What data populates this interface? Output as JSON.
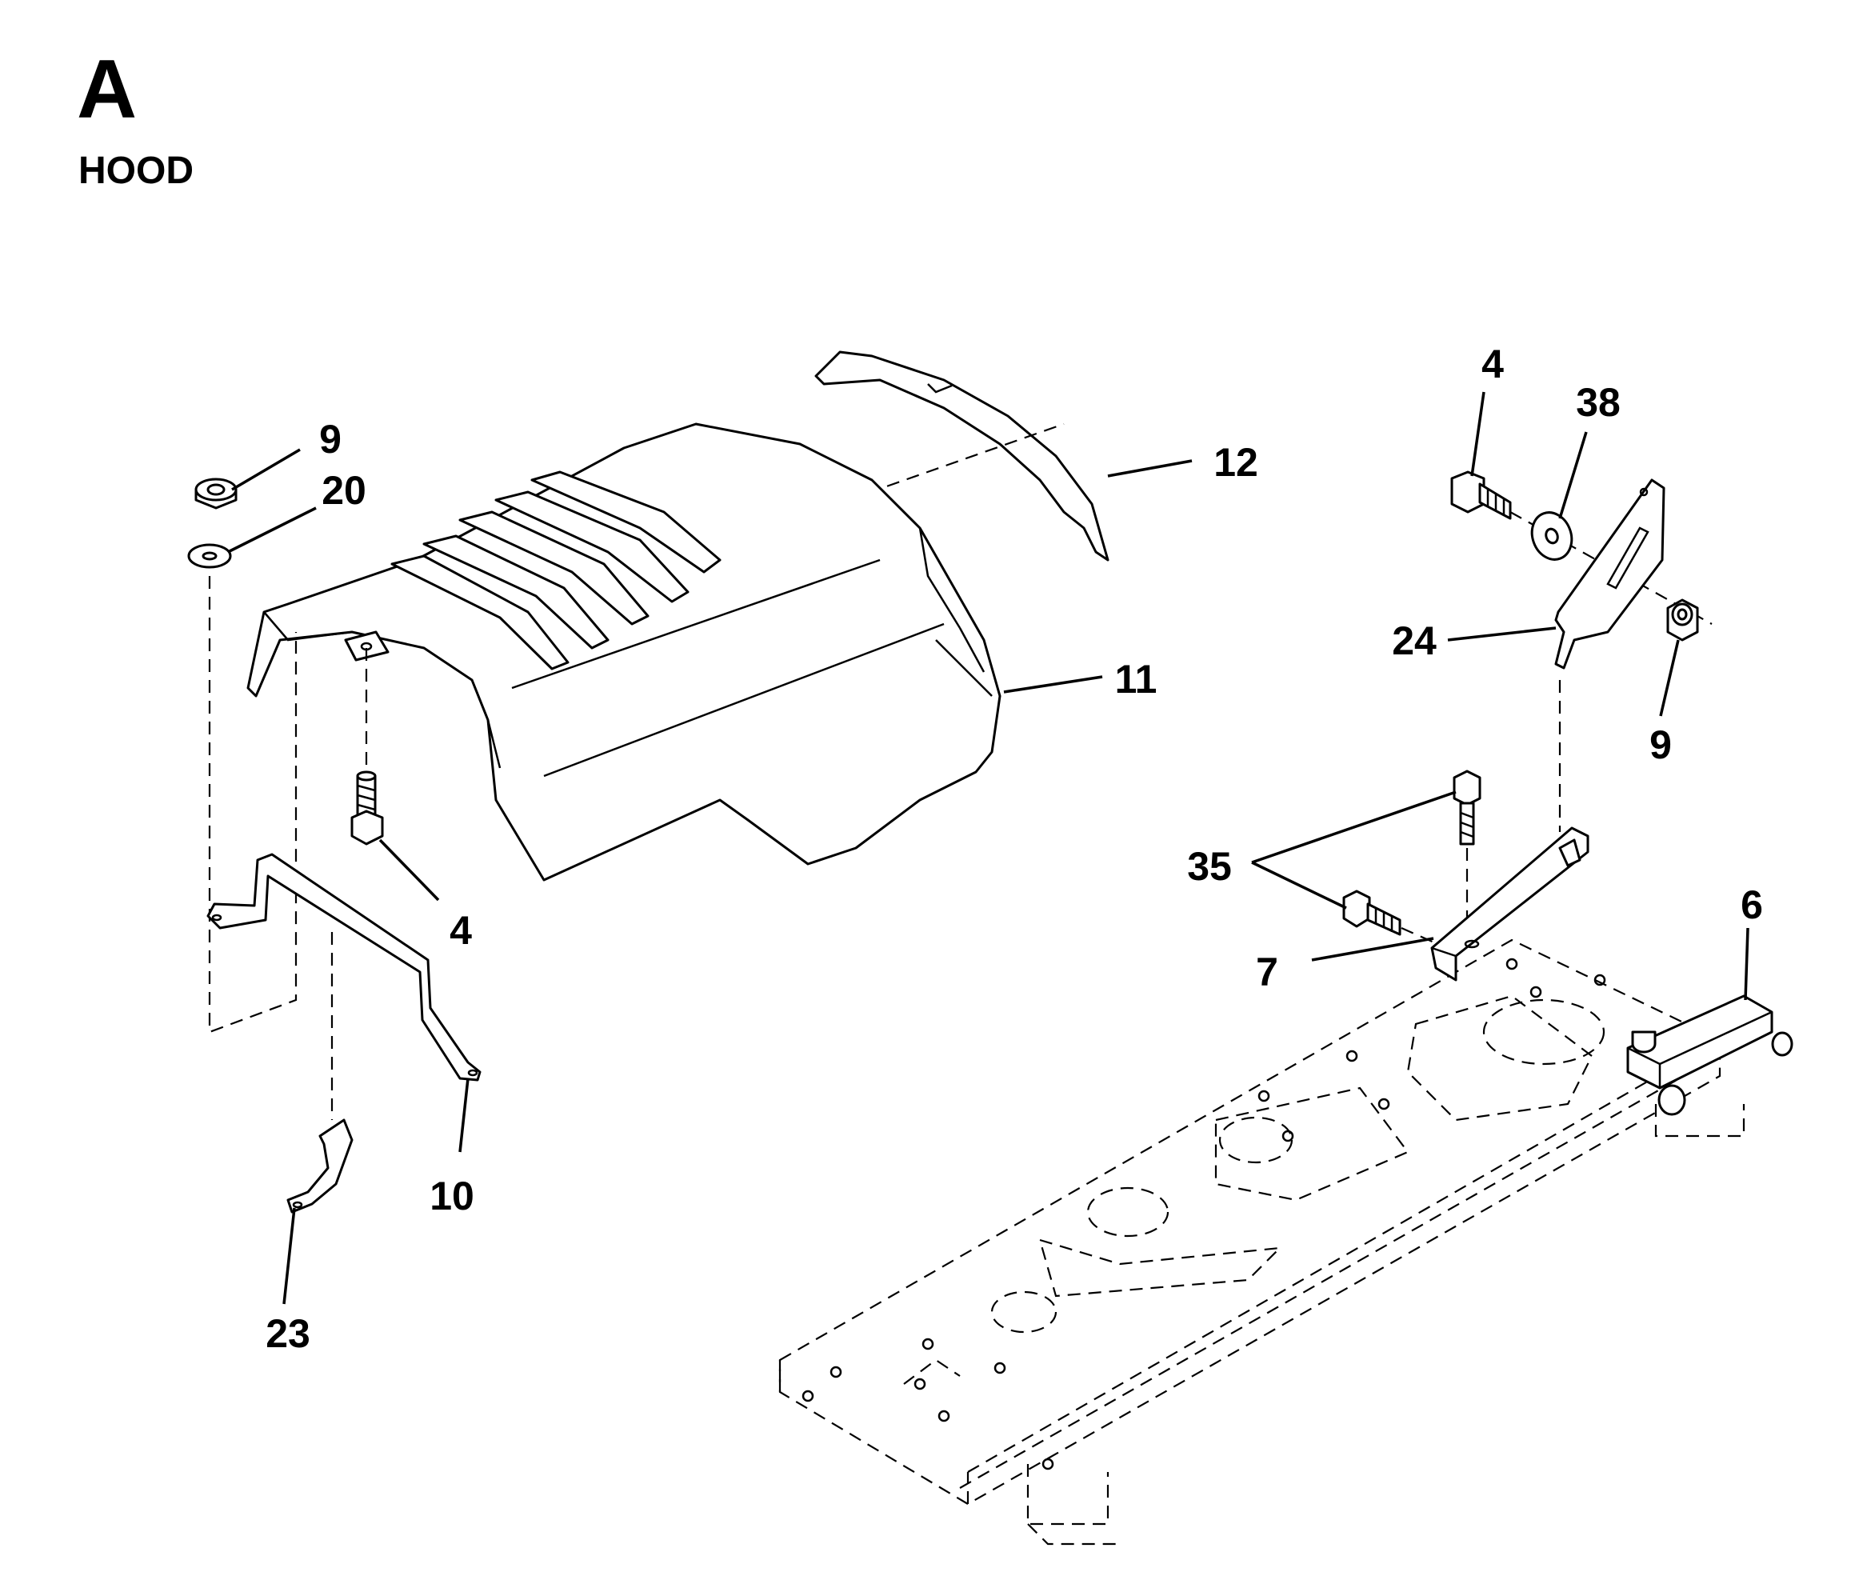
{
  "section": {
    "letter": "A",
    "title": "HOOD"
  },
  "callouts": [
    {
      "id": "c9a",
      "label": "9"
    },
    {
      "id": "c20",
      "label": "20"
    },
    {
      "id": "c4a",
      "label": "4"
    },
    {
      "id": "c10",
      "label": "10"
    },
    {
      "id": "c23",
      "label": "23"
    },
    {
      "id": "c12",
      "label": "12"
    },
    {
      "id": "c11",
      "label": "11"
    },
    {
      "id": "c4b",
      "label": "4"
    },
    {
      "id": "c38",
      "label": "38"
    },
    {
      "id": "c24",
      "label": "24"
    },
    {
      "id": "c9b",
      "label": "9"
    },
    {
      "id": "c35",
      "label": "35"
    },
    {
      "id": "c7",
      "label": "7"
    },
    {
      "id": "c6",
      "label": "6"
    }
  ]
}
